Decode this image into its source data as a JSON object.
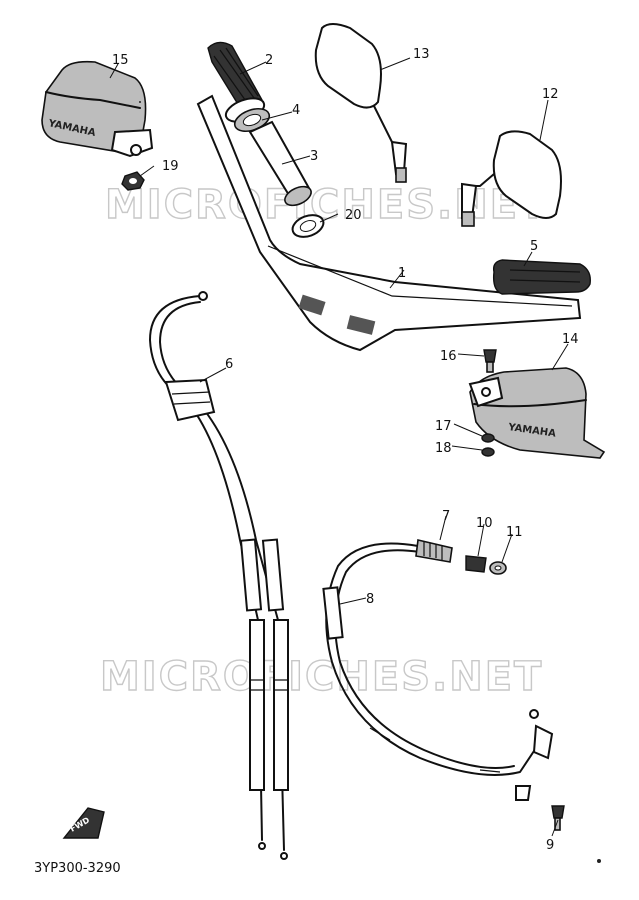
{
  "diagram": {
    "reference_code": "3YP300-3290",
    "watermark": "MICROFICHES.NET",
    "brand_text": "YAMAHA",
    "front_marker_text": "FWD",
    "part_labels": [
      "1",
      "2",
      "3",
      "4",
      "5",
      "6",
      "7",
      "8",
      "9",
      "10",
      "11",
      "12",
      "13",
      "14",
      "15",
      "16",
      "17",
      "18",
      "19",
      "20"
    ]
  }
}
